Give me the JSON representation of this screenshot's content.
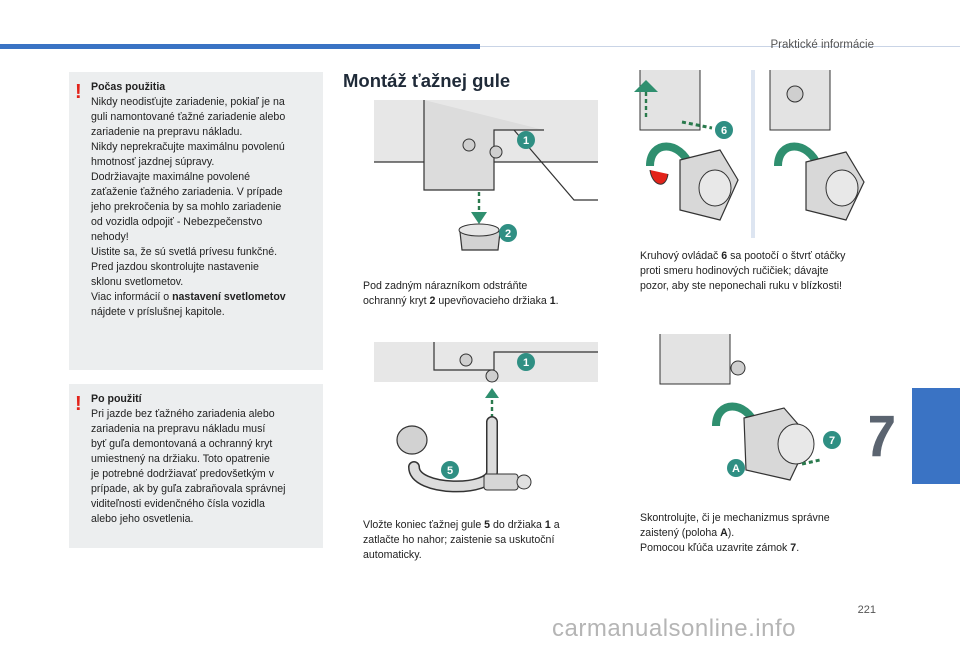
{
  "header": {
    "section_title": "Praktické informácie"
  },
  "chapter": {
    "number": "7"
  },
  "warnings": [
    {
      "title": "Počas použitia",
      "body_lines": [
        "Nikdy neodisťujte zariadenie, pokiaľ je na",
        "guli namontované ťažné zariadenie alebo",
        "zariadenie na prepravu nákladu.",
        "Nikdy neprekračujte maximálnu povolenú",
        "hmotnosť jazdnej súpravy.",
        "Dodržiavajte maximálne povolené",
        "zaťaženie ťažného zariadenia. V prípade",
        "jeho prekročenia by sa mohlo zariadenie",
        "od vozidla odpojiť - Nebezpečenstvo",
        "nehody!",
        "Uistite sa, že sú svetlá prívesu funkčné.",
        "Pred jazdou skontrolujte nastavenie",
        "sklonu svetlometov."
      ],
      "last_prefix": "Viac informácií o ",
      "last_bold": "nastavení svetlometov",
      "last_suffix": "nájdete v príslušnej kapitole."
    },
    {
      "title": "Po použití",
      "body_lines": [
        "Pri jazde bez ťažného zariadenia alebo",
        "zariadenia na prepravu nákladu musí",
        "byť guľa demontovaná a ochranný kryt",
        "umiestnený na držiaku. Toto opatrenie",
        "je potrebné dodržiavať predovšetkým v",
        "prípade, ak by guľa zabraňovala správnej",
        "viditeľnosti evidenčného čísla vozidla",
        "alebo jeho osvetlenia."
      ]
    }
  ],
  "main": {
    "title": "Montáž ťažnej gule",
    "steps": [
      {
        "line1_a": "Pod zadným nárazníkom odstráňte",
        "line2_a": "ochranný kryt ",
        "b1": "2",
        "line2_b": " upevňovacieho držiaka ",
        "b2": "1",
        "line2_c": "."
      },
      {
        "line1_a": "Vložte koniec ťažnej gule ",
        "b1": "5",
        "line1_b": " do držiaka ",
        "b2": "1",
        "line1_c": " a",
        "line2": "zatlačte ho nahor; zaistenie sa uskutoční",
        "line3": "automaticky."
      },
      {
        "line1_a": "Kruhový ovládač ",
        "b1": "6",
        "line1_b": " sa pootočí o štvrť otáčky",
        "line2": "proti smeru hodinových ručičiek; dávajte",
        "line3": "pozor, aby ste neponechali ruku v blízkosti!"
      },
      {
        "line1": "Skontrolujte, či je mechanizmus správne",
        "line2_a": "zaistený (poloha ",
        "b1": "A",
        "line2_b": ")."
      },
      {
        "line1_a": "Pomocou kľúča uzavrite zámok ",
        "b1": "7",
        "line1_b": "."
      }
    ],
    "bullet_symbol": ""
  },
  "figure_labels": {
    "fig1_a": "1",
    "fig1_b": "2",
    "fig2_a": "1",
    "fig2_b": "5",
    "fig3_a": "6",
    "fig4_a": "7",
    "fig4_b": "A"
  },
  "colors": {
    "accent": "#3a73c4",
    "badge": "#2f8f83",
    "arrow_green": "#2f8f6f",
    "warning_red": "#e2231a"
  },
  "footer": {
    "page_number": "221",
    "watermark": "carmanualsonline.info"
  }
}
